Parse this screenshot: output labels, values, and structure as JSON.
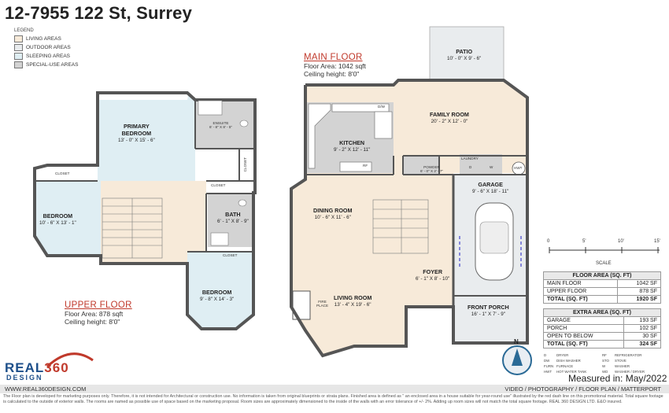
{
  "title": "12-7955 122 St, Surrey",
  "legend": {
    "title": "LEGEND",
    "items": [
      {
        "label": "LIVING AREAS",
        "color": "#f7ead9"
      },
      {
        "label": "OUTDOOR AREAS",
        "color": "#e9ecee"
      },
      {
        "label": "SLEEPING AREAS",
        "color": "#dfeef3"
      },
      {
        "label": "SPECIAL-USE AREAS",
        "color": "#d3d3d3"
      }
    ]
  },
  "colors": {
    "living": "#f7ead9",
    "sleeping": "#dfeef3",
    "special": "#d3d3d3",
    "outdoor": "#e9ecee",
    "wall": "#555555",
    "accent": "#c0392b"
  },
  "main_floor": {
    "heading": "MAIN FLOOR",
    "area": "Floor Area: 1042 sqft",
    "ceiling": "Ceiling height: 8'0\""
  },
  "upper_floor": {
    "heading": "UPPER FLOOR",
    "area": "Floor Area: 878 sqft",
    "ceiling": "Ceiling height: 8'0\""
  },
  "rooms": {
    "patio": {
      "name": "PATIO",
      "dim": "10' - 0\" X 9' - 6\""
    },
    "family": {
      "name": "FAMILY ROOM",
      "dim": "20' - 2\" X 12' - 0\""
    },
    "kitchen": {
      "name": "KITCHEN",
      "dim": "9' - 2\" X 12' - 11\""
    },
    "powder": {
      "name": "POWDER",
      "dim": "6' - 0\" X 2' - 7\""
    },
    "laundry": {
      "name": "LAUNDRY"
    },
    "garage": {
      "name": "GARAGE",
      "dim": "9' - 6\" X 18' - 11\""
    },
    "dining": {
      "name": "DINING ROOM",
      "dim": "10' - 6\" X 11' - 6\""
    },
    "foyer": {
      "name": "FOYER",
      "dim": "6' - 1\" X 8' - 10\""
    },
    "living": {
      "name": "LIVING ROOM",
      "dim": "13' - 4\" X 19' - 6\""
    },
    "fireplace": {
      "name": "FIRE\nPLACE"
    },
    "front_porch": {
      "name": "FRONT PORCH",
      "dim": "16' - 1\" X 7' - 9\""
    },
    "primary": {
      "name": "PRIMARY\nBEDROOM",
      "dim": "13' - 0\" X 15' - 6\""
    },
    "ensuite": {
      "name": "ENSUITE",
      "dim": "6' - 8\" X 8' - 5\""
    },
    "closet1": {
      "name": "CLOSET"
    },
    "closet2": {
      "name": "CLOSET"
    },
    "closet3": {
      "name": "CLOSET"
    },
    "closet4": {
      "name": "CLOSET"
    },
    "bedroom_left": {
      "name": "BEDROOM",
      "dim": "10' - 6\" X 13' - 1\""
    },
    "bath": {
      "name": "BATH",
      "dim": "6' - 1\" X 8' - 9\""
    },
    "bedroom_bottom": {
      "name": "BEDROOM",
      "dim": "9' - 8\" X 14' - 3\""
    }
  },
  "fixtures": {
    "dw": "D/W",
    "rf": "RF",
    "d": "D",
    "w": "W",
    "hwt": "HWT"
  },
  "scale": {
    "ticks": [
      "0",
      "5'",
      "10'",
      "15'"
    ],
    "label": "SCALE"
  },
  "floor_area_table": {
    "header": "FLOOR AREA (SQ. FT)",
    "rows": [
      {
        "label": "MAIN FLOOR",
        "value": "1042 SF"
      },
      {
        "label": "UPPER FLOOR",
        "value": "878 SF"
      }
    ],
    "total": {
      "label": "TOTAL (SQ. FT)",
      "value": "1920 SF"
    }
  },
  "extra_area_table": {
    "header": "EXTRA AREA (SQ. FT)",
    "rows": [
      {
        "label": "GARAGE",
        "value": "193 SF"
      },
      {
        "label": "PORCH",
        "value": "102 SF"
      },
      {
        "label": "OPEN TO BELOW",
        "value": "30 SF"
      }
    ],
    "total": {
      "label": "TOTAL (SQ. FT)",
      "value": "324 SF"
    }
  },
  "compass": {
    "label": "N"
  },
  "abbreviations": [
    [
      "D",
      "DRYER",
      "RF",
      "REFRIGERATOR"
    ],
    [
      "DW",
      "DISH WASHER",
      "STO",
      "STOVE"
    ],
    [
      "FURN",
      "FURNACE",
      "W",
      "WASHER"
    ],
    [
      "HWT",
      "HOT WATER TANK",
      "WD",
      "WASHER / DRYER"
    ]
  ],
  "measured": "Measured in: May/2022",
  "logo": {
    "text1": "REAL",
    "text2": "360",
    "text3": "DESIGN"
  },
  "footer": {
    "website": "WWW.REAL360DESIGN.COM",
    "services": "VIDEO / PHOTOGRAPHY / FLOOR PLAN / MATTERPORT"
  },
  "disclaimer": "The Floor plan is developed for marketing purposes only. Therefore, it is not intended for Architectural or construction use. No information is taken from original blueprints or strata plans. Finished area is defined as \" an enclosed area in a house suitable for year-round use\" illustrated by the red dash line on this promotional material. Total square footage is calculated to the outside of exterior walls. The rooms are named as possible use of space based on the marketing proposal. Room sizes are approximately dimensioned to the inside of the walls with an error tolerance of +/- 2%. Adding up room sizes will not match the total square footage. REAL 360 DESIGN LTD. E&O insured."
}
